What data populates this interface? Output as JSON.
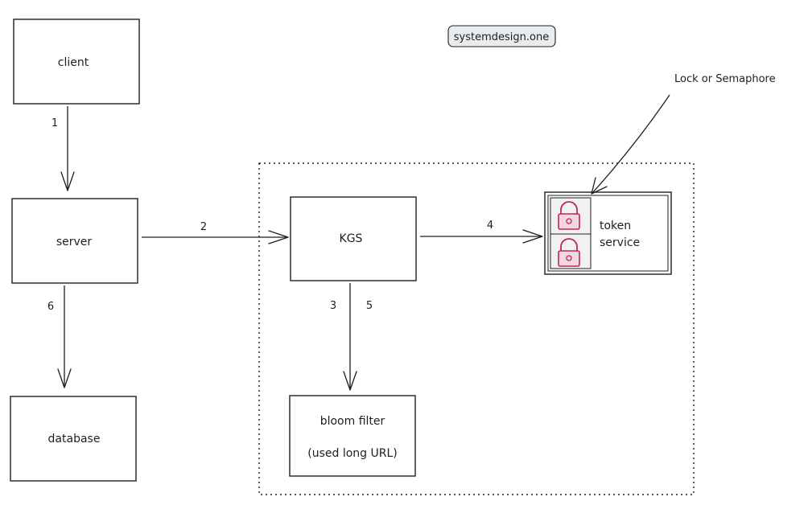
{
  "watermark": "systemdesign.one",
  "annotation": "Lock or Semaphore",
  "nodes": {
    "client": "client",
    "server": "server",
    "database": "database",
    "kgs": "KGS",
    "bloom_filter_line1": "bloom filter",
    "bloom_filter_line2": "(used long URL)",
    "token_service_line1": "token",
    "token_service_line2": "service"
  },
  "edge_labels": {
    "client_to_server": "1",
    "server_to_kgs": "2",
    "kgs_to_bloom_a": "3",
    "kgs_to_token": "4",
    "kgs_to_bloom_b": "5",
    "server_to_database": "6"
  },
  "colors": {
    "stroke": "#1e1e1e",
    "lock": "#c2255c",
    "lock_fill": "#f3d7e0",
    "watermark_bg": "#e9ecef",
    "lock_box_bg": "#f1f1f1"
  },
  "icons": [
    "lock-icon",
    "lock-icon"
  ]
}
